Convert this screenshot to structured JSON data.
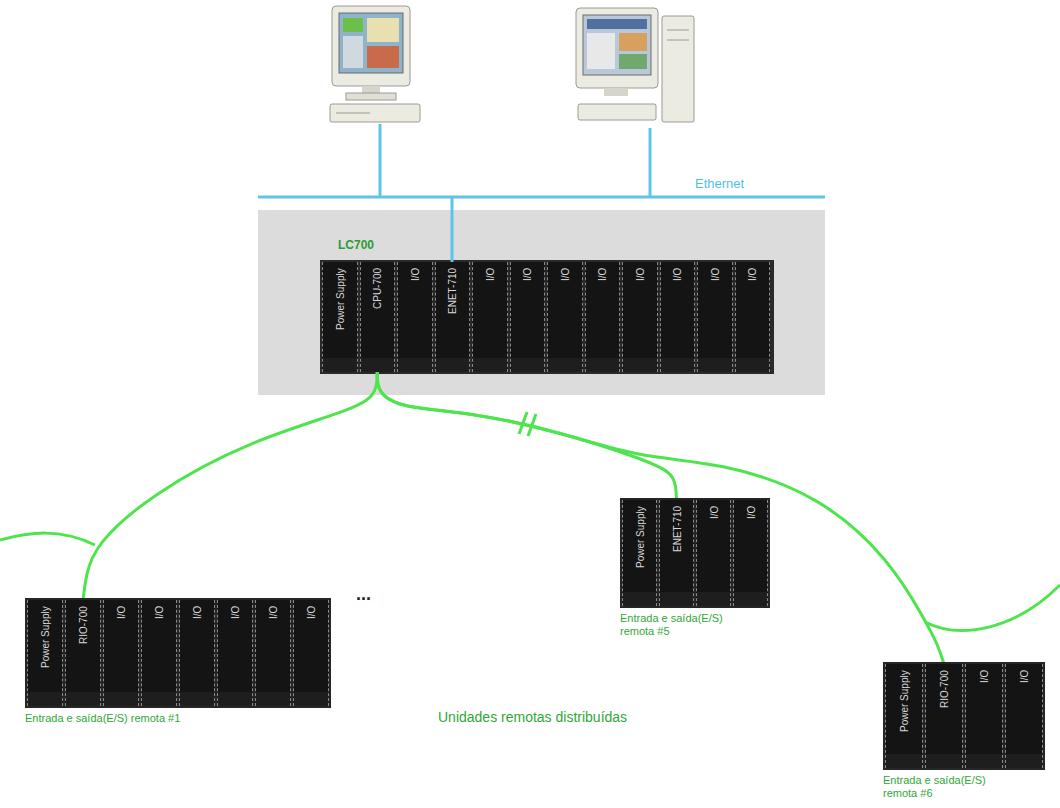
{
  "diagram": {
    "nodes": [
      {
        "text": [
          "LC700"
        ]
      },
      {
        "text": [
          "Power Supply"
        ],
        "in": 0
      },
      {
        "text": [
          "CPU-700"
        ],
        "in": 0
      },
      {
        "text": [
          "I/O"
        ],
        "in": 0
      },
      {
        "text": [
          "ENET-710"
        ],
        "in": 0
      },
      {
        "text": [
          "I/O"
        ],
        "in": 0
      },
      {
        "text": [
          "I/O"
        ],
        "in": 0
      },
      {
        "text": [
          "I/O"
        ],
        "in": 0
      },
      {
        "text": [
          "I/O"
        ],
        "in": 0
      },
      {
        "text": [
          "I/O"
        ],
        "in": 0
      },
      {
        "text": [
          "I/O"
        ],
        "in": 0
      },
      {
        "text": [
          "I/O"
        ],
        "in": 0
      },
      {
        "text": [
          "I/O"
        ],
        "in": 0
      },
      {
        "text": [
          "Entrada e saída(E/S) remota #1"
        ]
      },
      {
        "text": [
          "Power Supply"
        ],
        "in": 13
      },
      {
        "text": [
          "RIO-700"
        ],
        "in": 13
      },
      {
        "text": [
          "I/O"
        ],
        "in": 13
      },
      {
        "text": [
          "I/O"
        ],
        "in": 13
      },
      {
        "text": [
          "I/O"
        ],
        "in": 13
      },
      {
        "text": [
          "I/O"
        ],
        "in": 13
      },
      {
        "text": [
          "I/O"
        ],
        "in": 13
      },
      {
        "text": [
          "I/O"
        ],
        "in": 13
      },
      {
        "text": [
          "Entrada e saída(E/S) remota #5"
        ]
      },
      {
        "text": [
          "Power Supply"
        ],
        "in": 22
      },
      {
        "text": [
          "ENET-710"
        ],
        "in": 22
      },
      {
        "text": [
          "I/O"
        ],
        "in": 22
      },
      {
        "text": [
          "I/O"
        ],
        "in": 22
      },
      {
        "text": [
          "Entrada e saída(E/S) remota #6"
        ]
      },
      {
        "text": [
          "Power Supply"
        ],
        "in": 27
      },
      {
        "text": [
          "RIO-700"
        ],
        "in": 27
      },
      {
        "text": [
          "I/O"
        ],
        "in": 27
      },
      {
        "text": [
          "I/O"
        ],
        "in": 27
      }
    ],
    "edges": [
      {
        "from": 2,
        "to": 15,
        "arrow": "none"
      },
      {
        "from": 2,
        "to": 24,
        "arrow": "none"
      },
      {
        "from": 2,
        "to": 29,
        "arrow": "none"
      }
    ],
    "labels": [
      "Ethernet",
      "...",
      "Unidades remotas distribuídas"
    ]
  }
}
